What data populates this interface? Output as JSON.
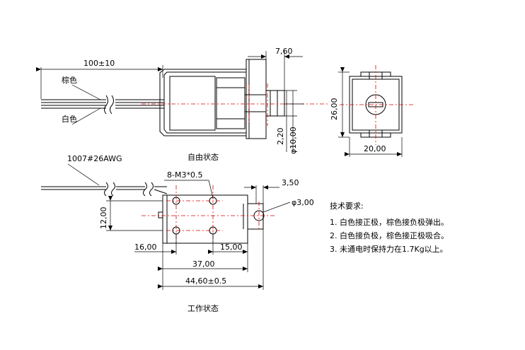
{
  "free_state": {
    "title": "自由状态",
    "lead_length": "100±10",
    "wire_brown": "棕色",
    "wire_white": "白色",
    "dim_plunger_ext": "7,60",
    "dim_26": "26,00",
    "dim_220": "2,20",
    "dim_phi10": "φ10,00",
    "dim_20": "20,00"
  },
  "work_state": {
    "title": "工作状态",
    "wire_spec": "1007#26AWG",
    "thread_spec": "8-M3*0.5",
    "dim_350": "3,50",
    "dim_phi3": "φ3,00",
    "dim_12": "12,00",
    "dim_16": "16,00",
    "dim_15": "15,00",
    "dim_37": "37,00",
    "dim_4460": "44,60±0.5"
  },
  "requirements": {
    "title": "技术要求:",
    "items": [
      "1. 白色接正极，棕色接负极弹出。",
      "2. 白色接负极，棕色接正极吸合。",
      "3. 未通电时保持力在1.7Kg以上。"
    ]
  }
}
